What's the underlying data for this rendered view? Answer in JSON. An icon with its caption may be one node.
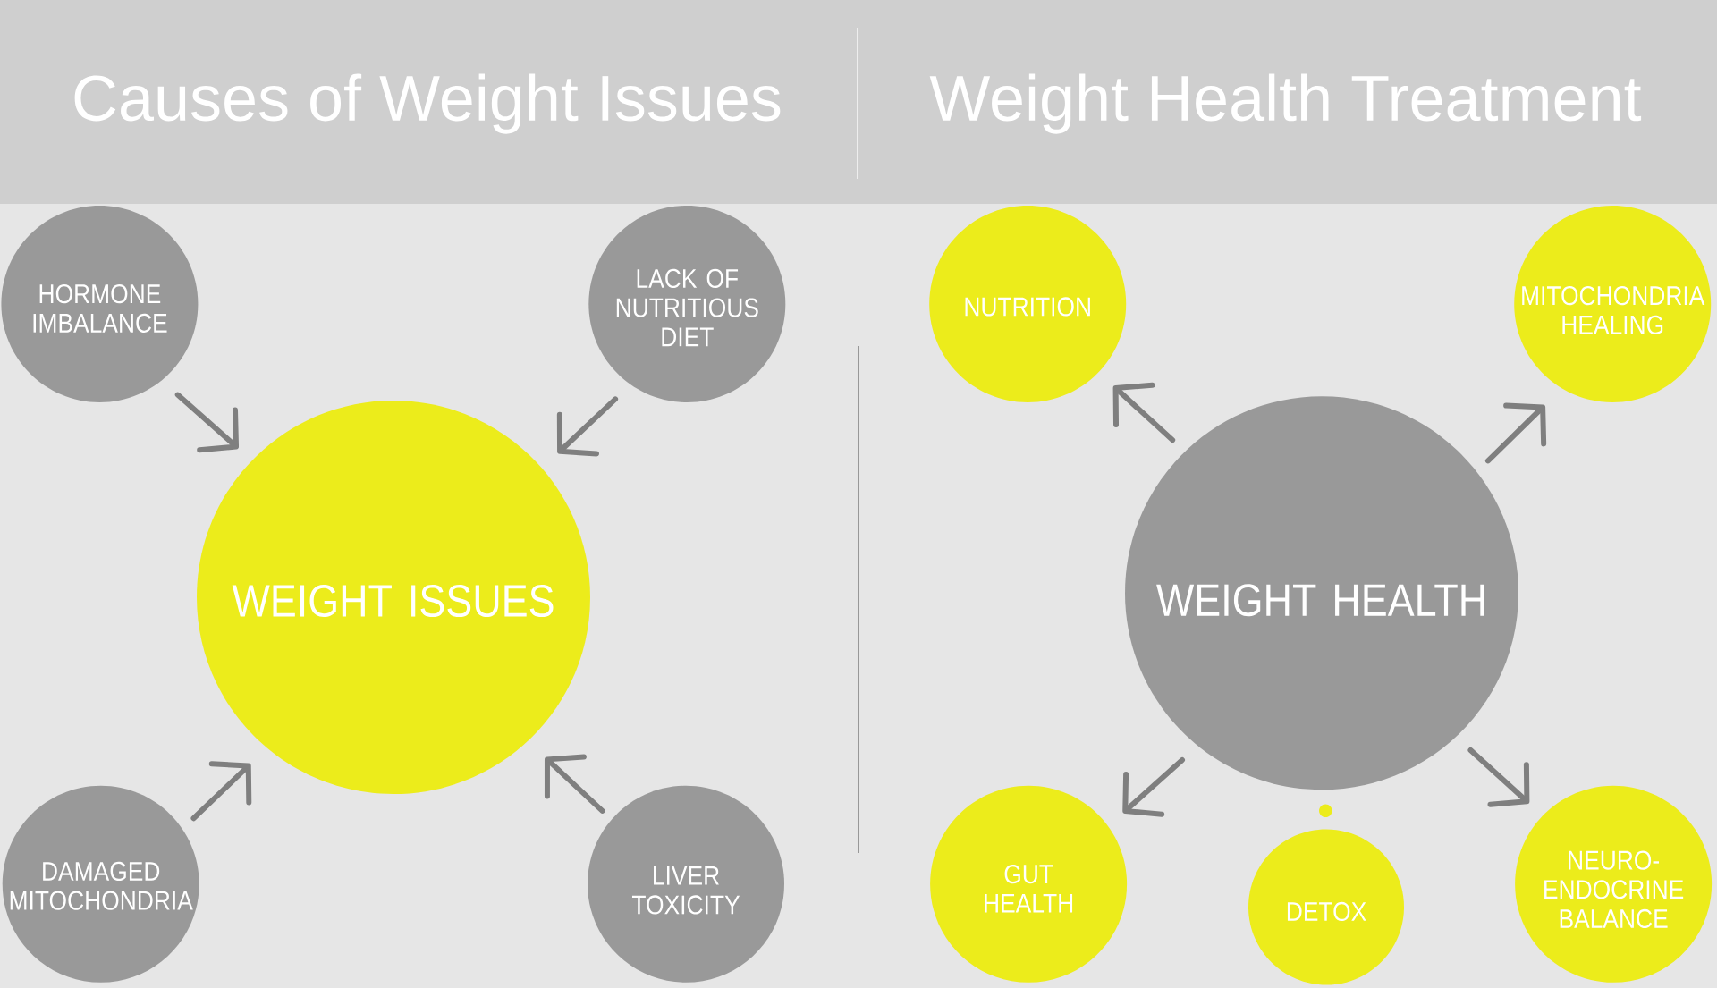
{
  "diagram": {
    "nodes": [
      {
        "text": [
          "HORMONE IMBALANCE"
        ]
      },
      {
        "text": [
          "LACK OF NUTRITIOUS DIET"
        ]
      },
      {
        "text": [
          "WEIGHT ISSUES"
        ]
      },
      {
        "text": [
          "DAMAGED MITOCHONDRIA"
        ]
      },
      {
        "text": [
          "LIVER TOXICITY"
        ]
      },
      {
        "text": [
          "NUTRITION"
        ]
      },
      {
        "text": [
          "MITOCHONDRIA HEALING"
        ]
      },
      {
        "text": [
          "WEIGHT HEALTH"
        ]
      },
      {
        "text": [
          "GUT HEALTH"
        ]
      },
      {
        "text": [
          "DETOX"
        ]
      },
      {
        "text": [
          "NEURO- ENDOCRINE BALANCE"
        ]
      }
    ],
    "edges": [
      {
        "from": 0,
        "to": 2,
        "arrow": "to"
      },
      {
        "from": 1,
        "to": 2,
        "arrow": "to"
      },
      {
        "from": 3,
        "to": 2,
        "arrow": "to"
      },
      {
        "from": 4,
        "to": 2,
        "arrow": "to"
      },
      {
        "from": 7,
        "to": 5,
        "arrow": "to"
      },
      {
        "from": 7,
        "to": 6,
        "arrow": "to"
      },
      {
        "from": 7,
        "to": 8,
        "arrow": "to"
      },
      {
        "from": 7,
        "to": 10,
        "arrow": "to"
      }
    ],
    "labels": [
      "Causes of Weight Issues",
      "Weight Health Treatment"
    ]
  }
}
